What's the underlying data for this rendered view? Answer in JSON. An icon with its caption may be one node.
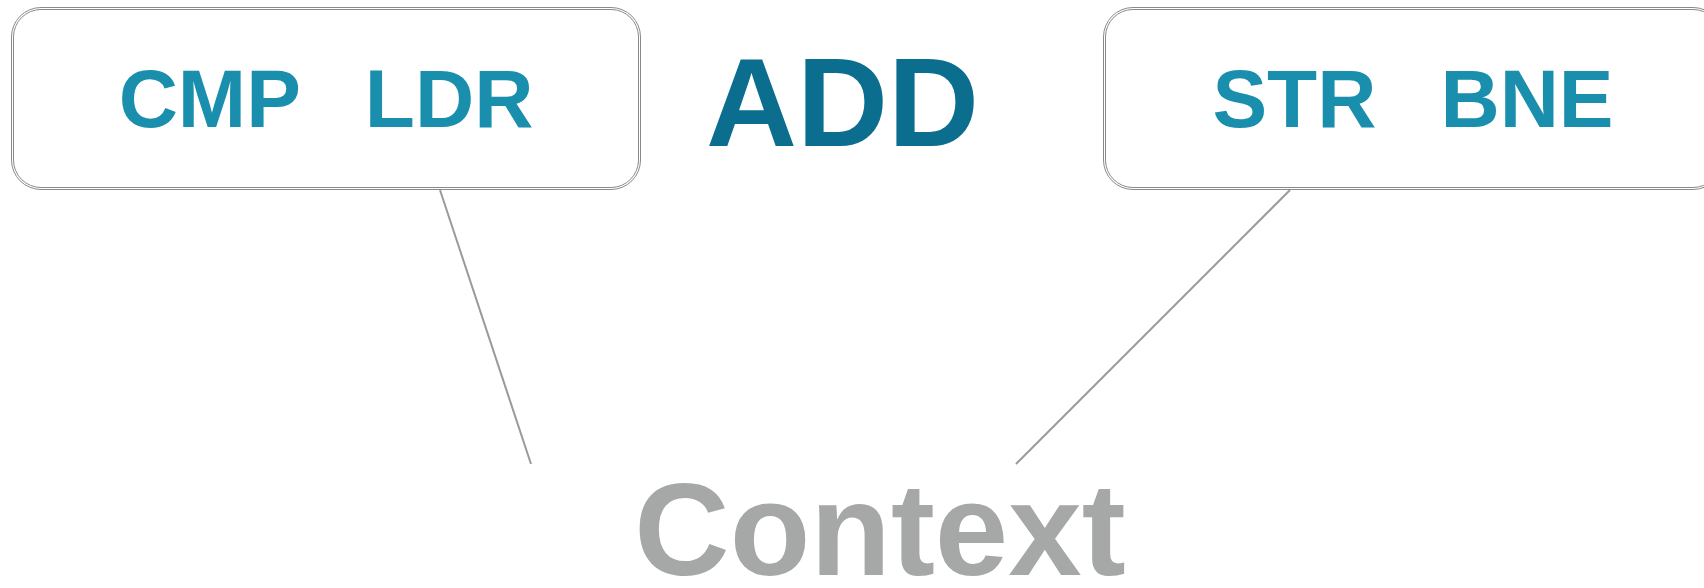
{
  "diagram": {
    "nodes": [
      {
        "text": [
          "CMP",
          "LDR"
        ]
      },
      {
        "text": [
          "STR",
          "BNE"
        ]
      },
      {
        "text": [
          "Context"
        ]
      }
    ],
    "edges": [
      {
        "from": 0,
        "to": 2,
        "arrow": "none"
      },
      {
        "from": 1,
        "to": 2,
        "arrow": "none"
      }
    ],
    "labels": [
      "ADD"
    ]
  }
}
